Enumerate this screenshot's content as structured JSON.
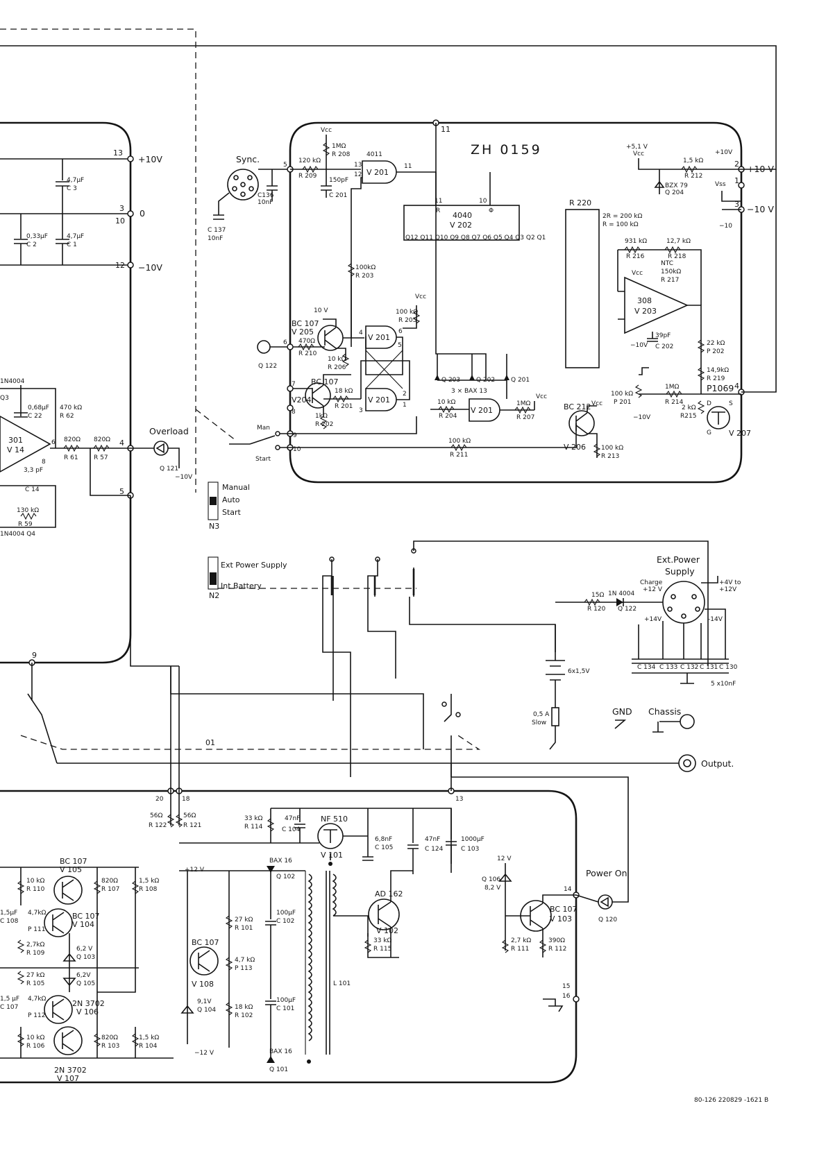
{
  "module_title": "ZH 0159",
  "rails": {
    "left_pos": "+10V",
    "left_zero": "0",
    "left_neg": "−10V",
    "right_pos": "+10 V",
    "right_neg": "−10 V",
    "zero": "0",
    "pin13": "13",
    "pin3": "3",
    "pin10": "10",
    "pin12": "12",
    "pin2": "2",
    "pin1": "1",
    "pin4": "4",
    "pin5": "5",
    "pin9": "9",
    "pin11": "11",
    "pin14": "14",
    "pin15": "15",
    "pin16": "16",
    "pin20": "20",
    "pin18": "18",
    "pin7": "7",
    "pin8": "8",
    "pin6": "6",
    "vcc": "Vcc",
    "vss": "Vss",
    "v51": "+5,1 V",
    "v10": "+10V",
    "neg10": "−10",
    "v10b": "10 V",
    "neg10b": "−10V",
    "v12": "+12 V",
    "neg12": "−12 V",
    "v12b": "12 V"
  },
  "labels": {
    "sync": "Sync.",
    "overload": "Overload",
    "manual": "Manual",
    "auto": "Auto",
    "start": "Start",
    "n3": "N3",
    "man": "Man",
    "start_sw": "Start",
    "ext_power_supply": "Ext Power Supply",
    "int_battery": "Int Battery",
    "n2": "N2",
    "ext_power": "Ext.Power",
    "supply": "Supply",
    "charge": "Charge",
    "v12c": "+12 V",
    "v4to": "+4V to",
    "v12d": "+12V",
    "v14a": "+14V",
    "v14b": "-14V",
    "gnd": "GND",
    "chassis": "Chassis",
    "output": "Output.",
    "power_on": "Power On",
    "line01": "01",
    "battery": "6x1,5V",
    "fuse_a": "0,5 A",
    "fuse_b": "Slow",
    "caps_5x": "5 x10nF",
    "two_r": "2R = 200 kΩ",
    "r_val": "R = 100 kΩ",
    "bax13": "3 × BAX 13",
    "footer_ref": "80-126 220829 -1621 B"
  },
  "components": {
    "c3": "4,7µF",
    "c3n": "C 3",
    "c1": "4,7µF",
    "c1n": "C 1",
    "c2": "0,33µF",
    "c2n": "C 2",
    "q3": "1N4004",
    "q3n": "Q3",
    "c22": "0,68µF",
    "c22n": "C 22",
    "r62": "470 kΩ",
    "r62n": "R 62",
    "v14t": "301",
    "v14": "V 14",
    "c14": "3,3 pF",
    "c14n": "C 14",
    "r61": "820Ω",
    "r61n": "R 61",
    "r57": "820Ω",
    "r57n": "R 57",
    "q121": "Q 121",
    "r59": "130 kΩ",
    "r59n": "R 59",
    "q4": "1N4004 Q4",
    "c137": "C 137",
    "c137v": "10nF",
    "c136": "C136",
    "c136v": "10nF",
    "r209": "120 kΩ",
    "r209n": "R 209",
    "r208": "1MΩ",
    "r208n": "R 208",
    "c201": "150pF",
    "c201n": "C 201",
    "ic4011": "4011",
    "v201": "V 201",
    "ic4040": "4040",
    "v202": "V 202",
    "counter_pins": "Q12 Q11 Q10 Q9 Q8 Q7 Q6 Q5 Q4 Q3 Q2 Q1",
    "r220": "R 220",
    "r203": "100kΩ",
    "r203n": "R 203",
    "bc107a": "BC 107",
    "v205": "V 205",
    "r210": "470Ω",
    "r210n": "R 210",
    "r206": "10 kΩ",
    "r206n": "R 206",
    "q122": "Q 122",
    "r205": "100 kΩ",
    "r205n": "R 205",
    "bc107b": "BC 107",
    "v204": "V204",
    "r201": "18 kΩ",
    "r201n": "R 201",
    "r202": "1kΩ",
    "r202n": "R 202",
    "q203": "Q 203",
    "q202": "Q 202",
    "q201": "Q 201",
    "r204": "10 kΩ",
    "r204n": "R 204",
    "r207": "1MΩ",
    "r207n": "R 207",
    "r211": "100 kΩ",
    "r211n": "R 211",
    "r216": "931 kΩ",
    "r216n": "R 216",
    "r218": "12,7 kΩ",
    "r218n": "R 218",
    "ntc": "NTC",
    "r217": "150kΩ",
    "r217n": "R 217",
    "ic308": "308",
    "v203": "V 203",
    "c202": "39pF",
    "c202n": "C 202",
    "p202": "22 kΩ",
    "p202n": "P 202",
    "r219": "14,9kΩ",
    "r219n": "R 219",
    "p201": "100 kΩ",
    "p201n": "P 201",
    "r214": "1MΩ",
    "r214n": "R 214",
    "r215": "2 kΩ",
    "r215n": "R215",
    "p1069": "P1069",
    "v207": "V 207",
    "bc212": "BC 212",
    "v206": "V 206",
    "r213": "100 kΩ",
    "r213n": "R 213",
    "r212": "1,5 kΩ",
    "r212n": "R 212",
    "q204a": "BZX 79",
    "q204b": "Q 204",
    "r120": "15Ω",
    "r120n": "R 120",
    "q122b": "1N 4004",
    "q122bn": "Q 122",
    "c134": "C 134",
    "c133": "C 133",
    "c132": "C 132",
    "c131": "C 131",
    "c130": "C 130",
    "r122": "56Ω",
    "r122n": "R 122",
    "r121": "56Ω",
    "r121n": "R 121",
    "r114": "33 kΩ",
    "r114n": "R 114",
    "c104": "47nF",
    "c104n": "C 104",
    "nf510": "NF 510",
    "v101": "V 101",
    "c105": "6,8nF",
    "c105n": "C 105",
    "c124": "47nF",
    "c124n": "C 124",
    "c103": "1000µF",
    "c103n": "C 103",
    "bc107c": "BC 107",
    "v105": "V 105",
    "r110": "10 kΩ",
    "r110n": "R 110",
    "r107": "820Ω",
    "r107n": "R 107",
    "r108": "1,5 kΩ",
    "r108n": "R 108",
    "c108": "1,5µF",
    "c108n": "C 108",
    "p111": "4,7kΩ",
    "p111n": "P 111",
    "bc107d": "BC 107",
    "v104": "V 104",
    "r109": "2,7kΩ",
    "r109n": "R 109",
    "q103": "6,2 V",
    "q103n": "Q 103",
    "r105": "27 kΩ",
    "r105n": "R 105",
    "q105": "6,2V",
    "q105n": "Q 105",
    "c107": "1,5 µF",
    "c107n": "C 107",
    "p112": "4,7kΩ",
    "p112n": "P 112",
    "n3702a": "2N 3702",
    "v106": "V 106",
    "r106": "10 kΩ",
    "r106n": "R 106",
    "r103": "820Ω",
    "r103n": "R 103",
    "r104": "1,5 kΩ",
    "r104n": "R 104",
    "n3702b": "2N 3702",
    "v107": "V 107",
    "bax16a": "BAX 16",
    "q102": "Q 102",
    "r101": "27 kΩ",
    "r101n": "R 101",
    "p113": "4,7 kΩ",
    "p113n": "P 113",
    "c102": "100µF",
    "c102n": "C 102",
    "bc107e": "BC 107",
    "v108": "V 108",
    "q104": "9,1V",
    "q104n": "Q 104",
    "r102": "18 kΩ",
    "r102n": "R 102",
    "c101": "100µF",
    "c101n": "C 101",
    "bax16b": "BAX 16",
    "q101": "Q 101",
    "l101": "L 101",
    "ad162": "AD 162",
    "v102": "V 102",
    "r115": "33 kΩ",
    "r115n": "R 115",
    "q106": "Q 106",
    "q106v": "8,2 V",
    "bc107f": "BC 107",
    "v103": "V 103",
    "r111": "2,7 kΩ",
    "r111n": "R 111",
    "r112": "390Ω",
    "r112n": "R 112",
    "q120": "Q 120"
  }
}
